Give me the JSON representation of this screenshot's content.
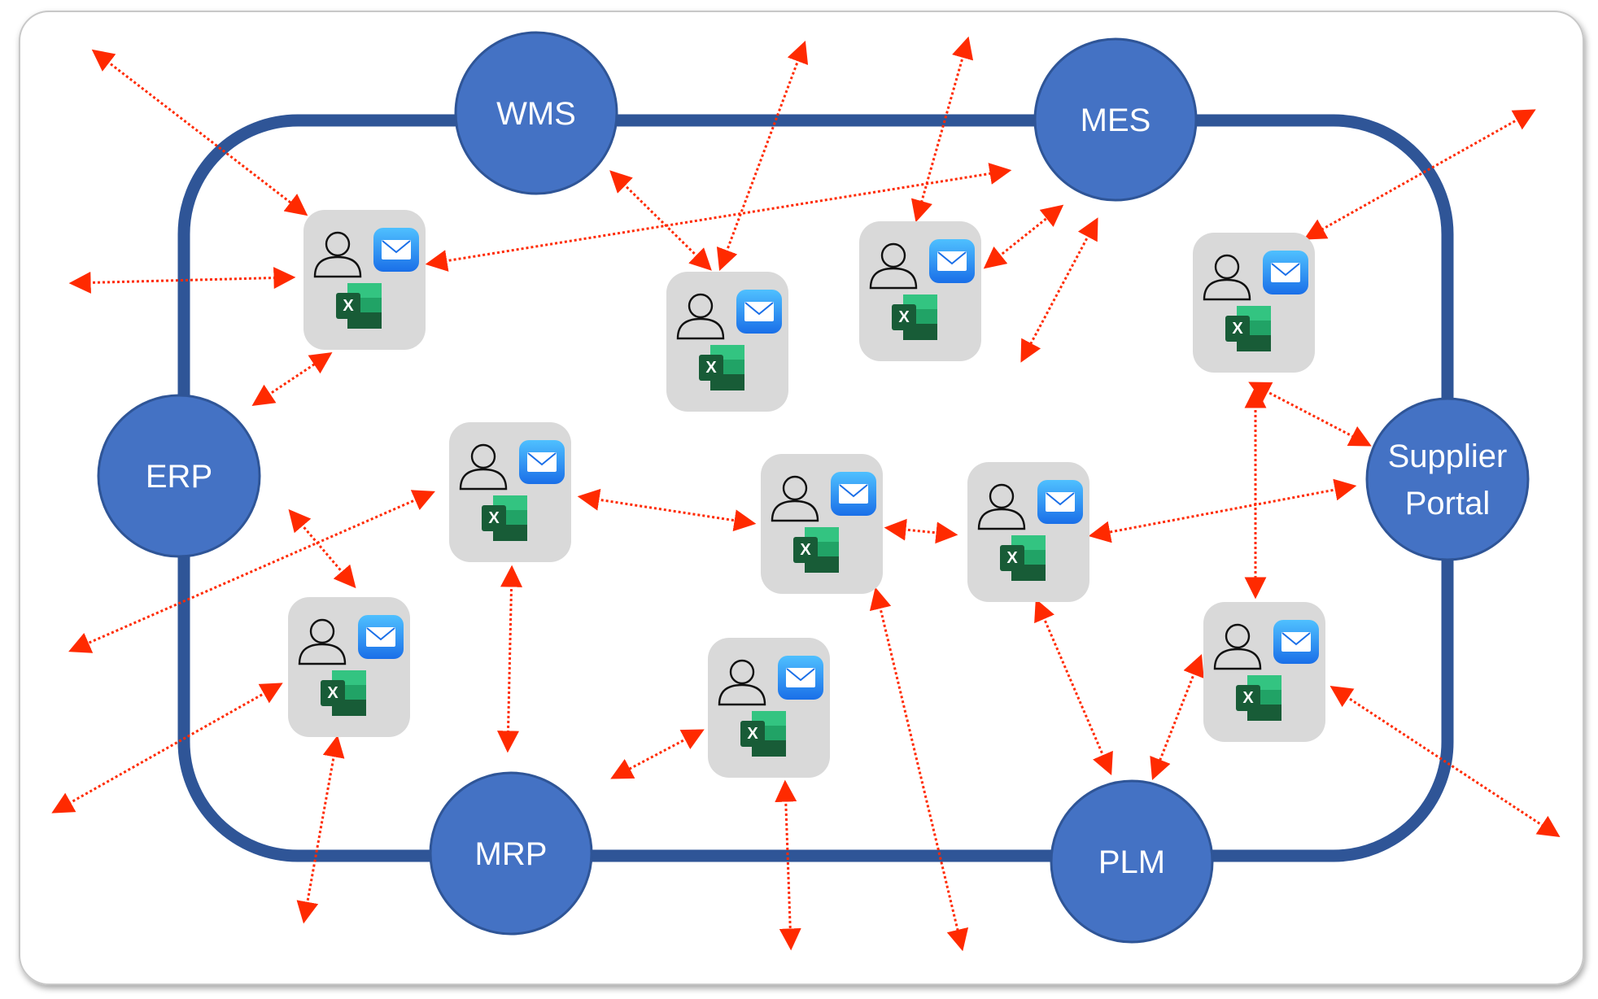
{
  "systems": [
    {
      "id": "wms",
      "label": [
        "WMS"
      ]
    },
    {
      "id": "mes",
      "label": [
        "MES"
      ]
    },
    {
      "id": "erp",
      "label": [
        "ERP"
      ]
    },
    {
      "id": "supplier-portal",
      "label": [
        "Supplier",
        "Portal"
      ]
    },
    {
      "id": "mrp",
      "label": [
        "MRP"
      ]
    },
    {
      "id": "plm",
      "label": [
        "PLM"
      ]
    }
  ],
  "user_nodes": [
    {
      "id": "u1"
    },
    {
      "id": "u2"
    },
    {
      "id": "u3"
    },
    {
      "id": "u4"
    },
    {
      "id": "u5"
    },
    {
      "id": "u6"
    },
    {
      "id": "u7"
    },
    {
      "id": "u8"
    },
    {
      "id": "u9"
    },
    {
      "id": "u10"
    },
    {
      "id": "u11"
    }
  ],
  "icons": {
    "user": "user-icon",
    "mail": "mail-icon",
    "spreadsheet": "excel-icon",
    "spreadsheet_letter": "X"
  },
  "colors": {
    "system_fill": "#4472c4",
    "system_text": "#ffffff",
    "ring": "#2f5597",
    "user_tile": "#d9d9d9",
    "connection": "#ff2a00",
    "excel_dark": "#185c37",
    "excel_mid": "#21a366",
    "excel_light": "#33c481",
    "mail_top": "#3aa8ff",
    "mail_bottom": "#1a6fe8"
  }
}
